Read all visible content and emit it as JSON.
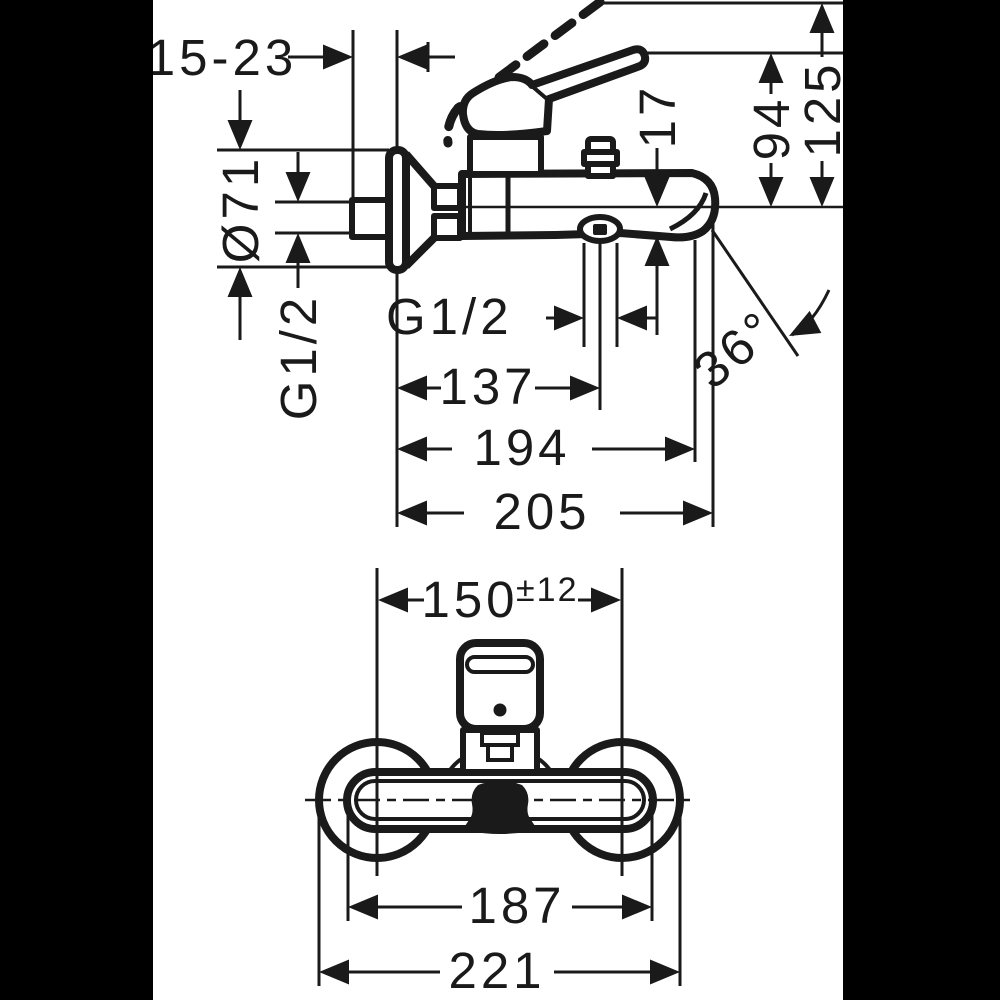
{
  "drawing": {
    "description": "Technical dimension drawing of a wall-mounted single-lever bath mixer, side view and front view",
    "colors": {
      "line": "#1a1a1a",
      "canvas": "#ffffff",
      "letterbox": "#000000"
    },
    "side_view": {
      "dims": {
        "wall_projection": "15-23",
        "escutcheon_diameter": "Ø71",
        "wall_connection_thread": "G1/2",
        "outlet_thread": "G1/2",
        "outlet_drop": "17",
        "height_handle_closed": "94",
        "height_handle_open": "125",
        "center_to_outlet": "137",
        "spout_reach": "194",
        "total_projection": "205",
        "spout_angle": "36°"
      }
    },
    "front_view": {
      "dims": {
        "connection_centers": "150",
        "connection_tolerance": "±12",
        "body_width": "187",
        "overall_width": "221"
      }
    }
  }
}
